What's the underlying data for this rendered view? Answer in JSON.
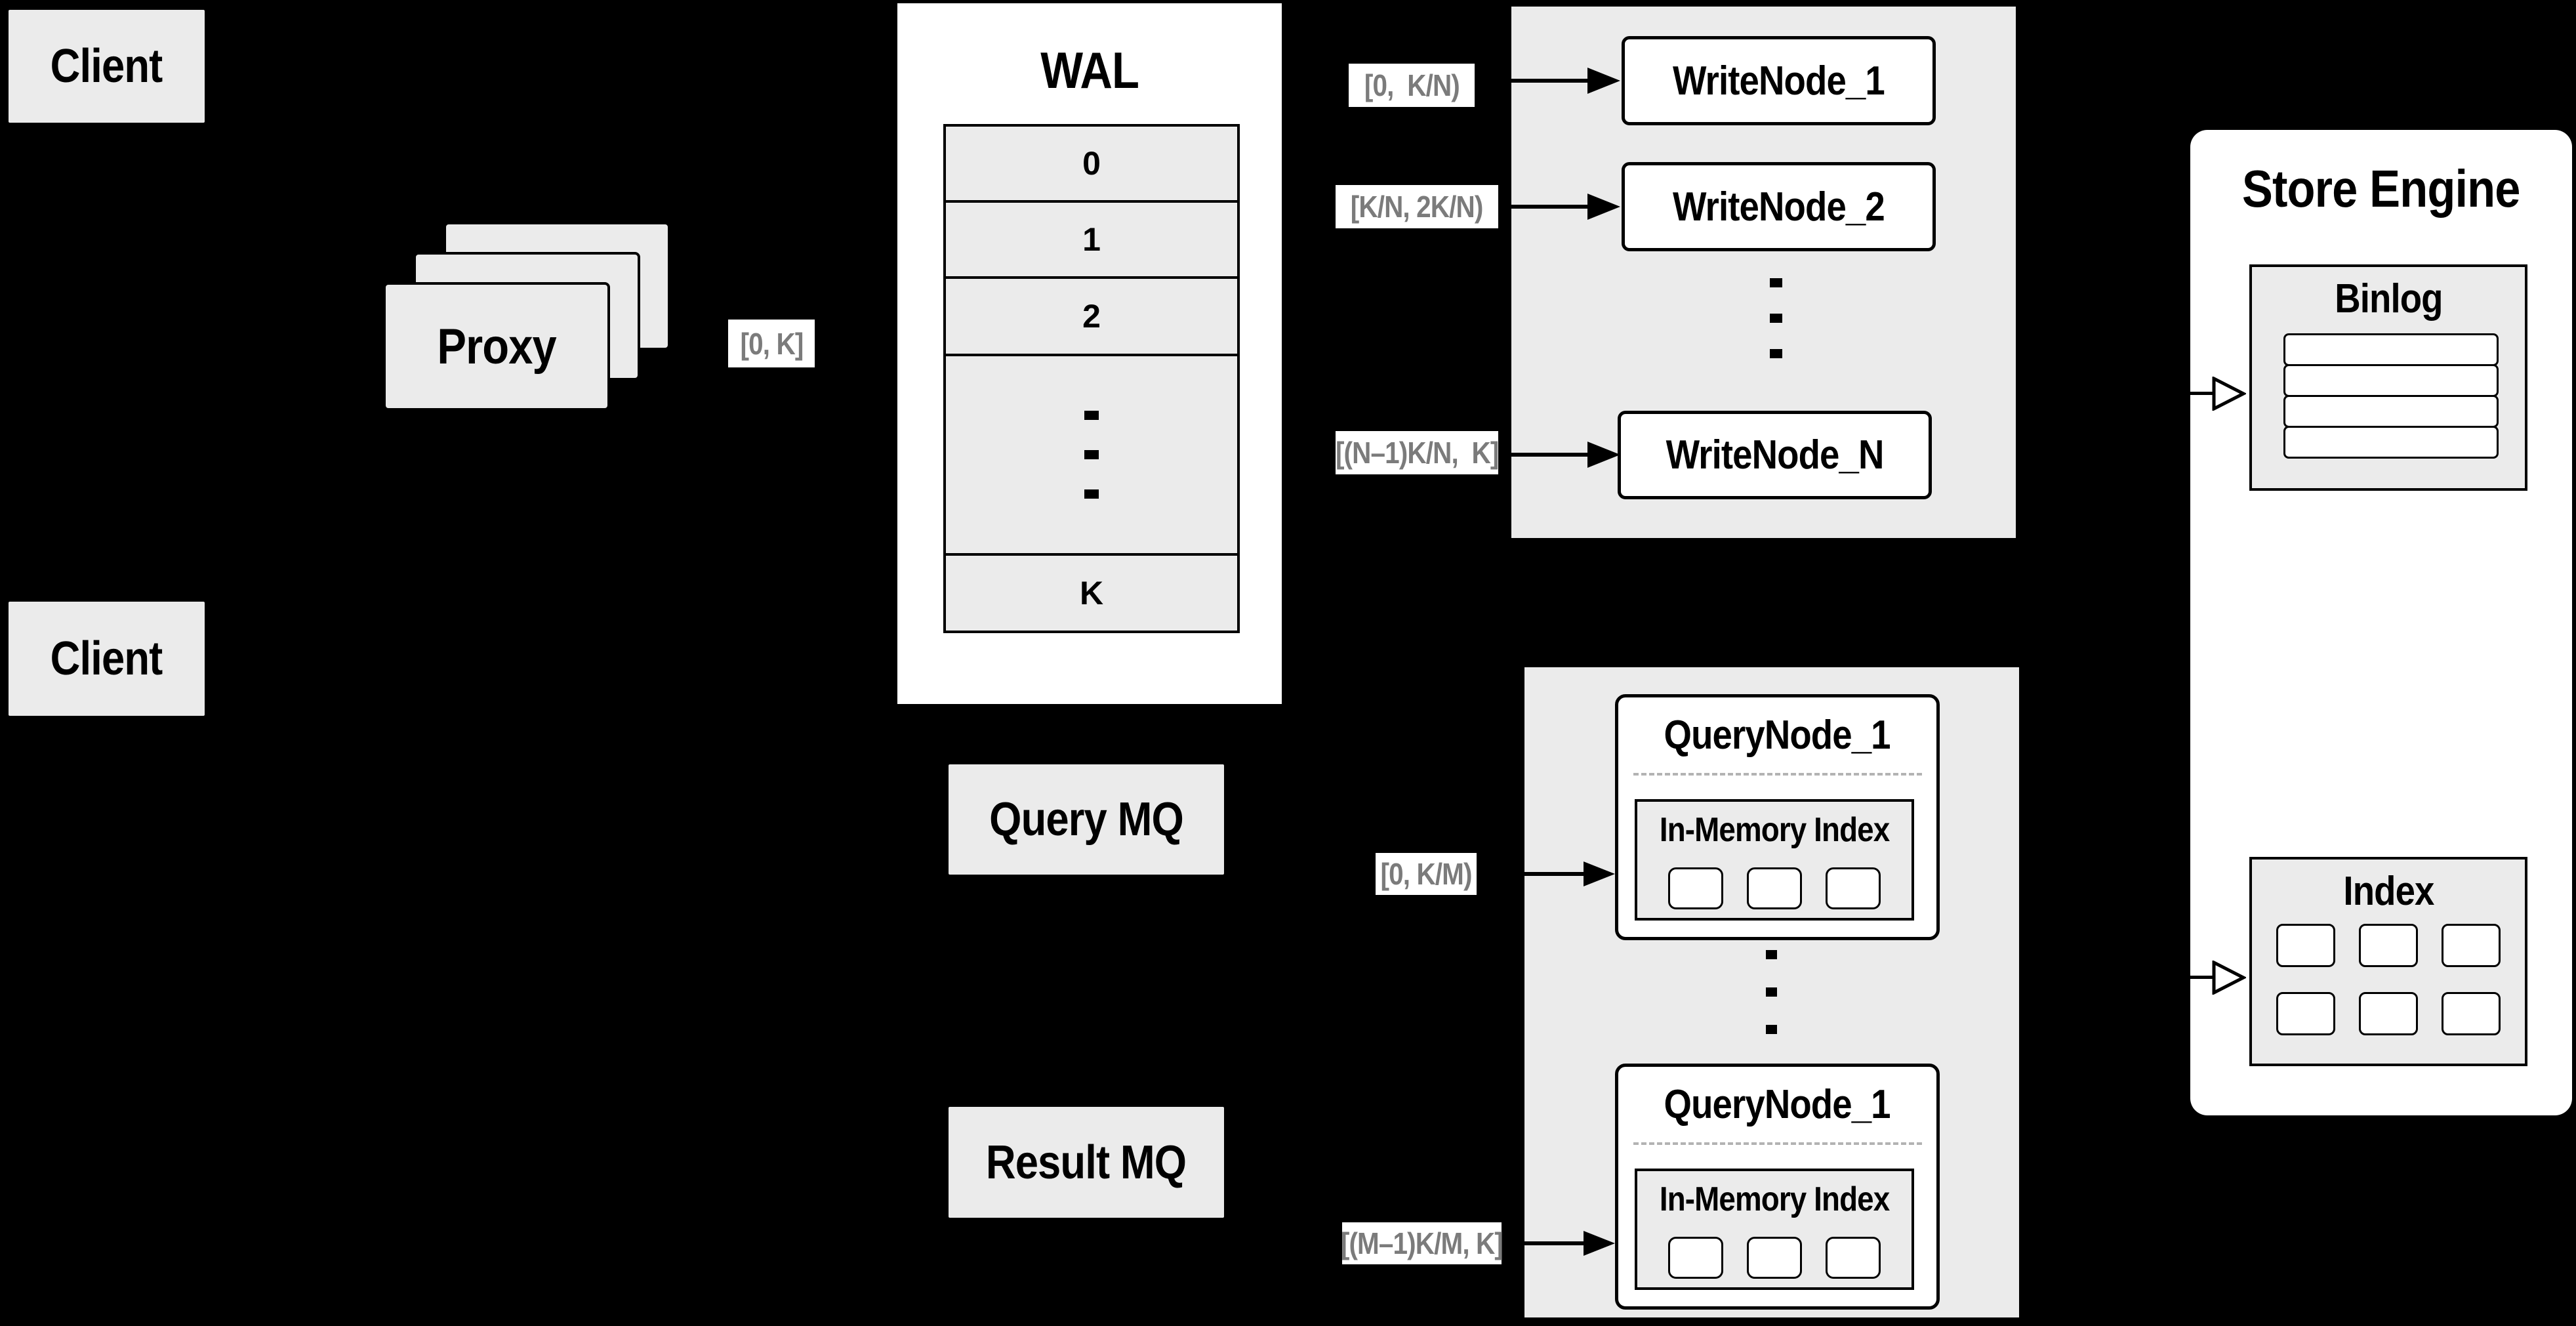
{
  "colors": {
    "background": "#000000",
    "panel_gray": "#ebebeb",
    "node_white": "#ffffff",
    "line_black": "#000000",
    "label_text_gray": "#7b7b7b",
    "dashed_divider_gray": "#b3b3b3"
  },
  "clients": [
    {
      "label": "Client"
    },
    {
      "label": "Client"
    }
  ],
  "proxy": {
    "label": "Proxy",
    "stack_count": 3
  },
  "wal": {
    "title": "WAL",
    "segments": [
      "0",
      "1",
      "2"
    ],
    "ellipsis_icon": "vertical-dots",
    "last_segment": "K"
  },
  "range_labels": {
    "proxy_to_wal": "[0, K]",
    "write": [
      "[0,  K/N)",
      "[K/N, 2K/N)",
      "[(N–1)K/N,  K]"
    ],
    "query": [
      "[0, K/M)",
      "[(M–1)K/M, K]"
    ]
  },
  "write_nodes": {
    "nodes": [
      "WriteNode_1",
      "WriteNode_2",
      "WriteNode_N"
    ],
    "ellipsis_icon": "vertical-dots"
  },
  "mq": {
    "query": "Query MQ",
    "result": "Result MQ"
  },
  "query_nodes": {
    "ellipsis_icon": "vertical-dots",
    "nodes": [
      {
        "title": "QueryNode_1",
        "inner_title": "In-Memory Index",
        "segment_count": 3
      },
      {
        "title": "QueryNode_1",
        "inner_title": "In-Memory Index",
        "segment_count": 3
      }
    ]
  },
  "store_engine": {
    "title": "Store Engine",
    "binlog": {
      "title": "Binlog",
      "row_count": 4
    },
    "index": {
      "title": "Index",
      "cell_count": 6
    }
  }
}
